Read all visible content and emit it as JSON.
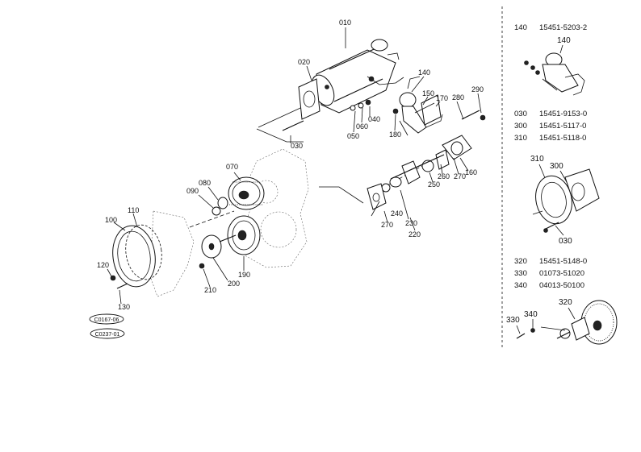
{
  "main_callouts": [
    "010",
    "020",
    "030",
    "040",
    "050",
    "060",
    "070",
    "080",
    "090",
    "100",
    "110",
    "120",
    "130",
    "140",
    "150",
    "160",
    "170",
    "180",
    "190",
    "200",
    "210",
    "220",
    "230",
    "240",
    "250",
    "260",
    "270",
    "280",
    "290"
  ],
  "stamps": [
    "C0167-06",
    "C0237-01"
  ],
  "detail_140": {
    "part_number_row": {
      "code": "140",
      "number": "15451-5203-2"
    },
    "callouts": [
      "140"
    ]
  },
  "detail_300": {
    "parts": [
      {
        "code": "030",
        "number": "15451-9153-0"
      },
      {
        "code": "300",
        "number": "15451-5117-0"
      },
      {
        "code": "310",
        "number": "15451-5118-0"
      }
    ],
    "callouts": [
      "310",
      "300",
      "030"
    ]
  },
  "detail_320": {
    "parts": [
      {
        "code": "320",
        "number": "15451-5148-0"
      },
      {
        "code": "330",
        "number": "01073-51020"
      },
      {
        "code": "340",
        "number": "04013-50100"
      }
    ],
    "callouts": [
      "330",
      "340",
      "320"
    ]
  }
}
